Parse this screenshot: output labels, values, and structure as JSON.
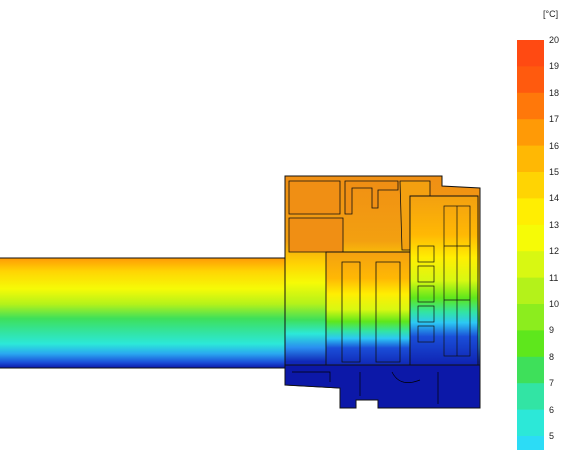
{
  "legend": {
    "unit": "[°C]",
    "labels": [
      "20",
      "19",
      "18",
      "17",
      "16",
      "15",
      "14",
      "13",
      "12",
      "11",
      "10",
      "9",
      "8",
      "7",
      "6",
      "5"
    ],
    "colors": [
      "#ff4a12",
      "#ff5a0e",
      "#ff780a",
      "#ff9a06",
      "#ffb804",
      "#ffd403",
      "#ffee02",
      "#f6fb06",
      "#d8f812",
      "#b4f21a",
      "#8ced1e",
      "#5ee71c",
      "#3ee05a",
      "#32e4a4",
      "#2ce8d8",
      "#2cdcf6"
    ]
  },
  "thermal": {
    "cold_color": "#0c18a8",
    "warm_color": "#f08f14",
    "outline_color": "#111111"
  }
}
